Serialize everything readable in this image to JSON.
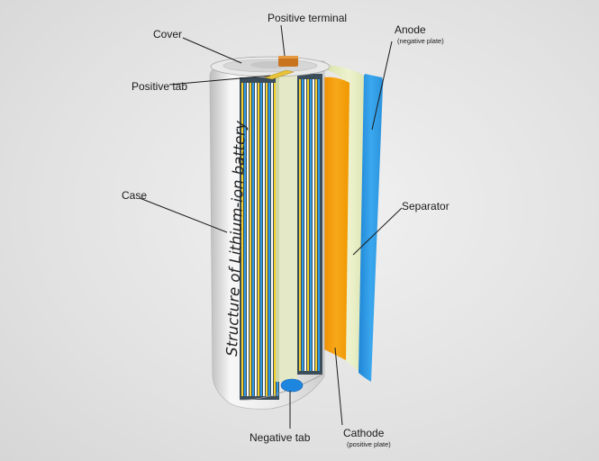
{
  "diagram": {
    "title": "Structure of Lithium-ion battery",
    "labels": {
      "cover": "Cover",
      "positive_terminal": "Positive terminal",
      "positive_tab": "Positive tab",
      "case": "Case",
      "anode": "Anode",
      "anode_sub": "(negative plate)",
      "separator": "Separator",
      "cathode": "Cathode",
      "cathode_sub": "(positive plate)",
      "negative_tab": "Negative tab"
    },
    "colors": {
      "case": "#ececec",
      "anode": "#2e9be6",
      "cathode": "#f5a000",
      "separator": "#e3ebbd",
      "terminal": "#c8741f",
      "negative_tab": "#1f86e0",
      "plate_yellow": "#f2cf2a"
    }
  }
}
